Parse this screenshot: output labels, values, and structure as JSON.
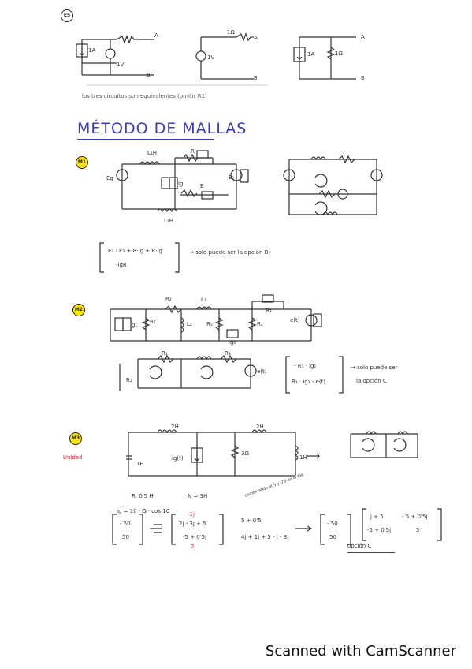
{
  "badges": {
    "ex5": "E5",
    "m1": "M1",
    "m2": "M2",
    "m3": "M3"
  },
  "section1": {
    "note": "los tres circuitos son equivalentes (omitir R1)",
    "terminal_a": "A",
    "terminal_b": "B",
    "source_1a": "1A",
    "source_1v": "1V",
    "r1": "1Ω",
    "r1b": "1Ω"
  },
  "title": "MÉTODO DE MALLAS",
  "m1": {
    "l1": "L₁H",
    "l2": "L₂H",
    "r": "R",
    "e": "E",
    "ig": "ig",
    "eg": "Eg",
    "e2": "E₂",
    "matrix_row1": "E₂ : E₂ + R·ig + R·ig",
    "matrix_row2": "-igR",
    "note": "→ solo puede ser la opción B)"
  },
  "m2": {
    "r1": "R₁",
    "r2": "R₂",
    "r3": "R₃",
    "r4": "R₄",
    "r5": "R₅",
    "l1": "L₁",
    "l2": "L₂",
    "ig1": "ig₁",
    "ig2": "ig₂",
    "ect": "e(t)",
    "matrix_row1": "- R₁ · ig₁",
    "matrix_row2": "R₂ · ig₂ - e(t)",
    "note_line1": "→ solo puede ser",
    "note_line2": "la opción C"
  },
  "m3": {
    "margin_note": "Unidad",
    "cap": "1F",
    "ind1": "2H",
    "ind2": "2H",
    "ind3": "1H",
    "res": "3Ω",
    "src": "ig(t)",
    "given1": "R: 0'5 H",
    "given2": "N = 3H",
    "eq_ig": "ig = 10 · Ω · cos 10",
    "vec_a_1": "- 50",
    "vec_a_2": "50",
    "mat1_r1": "2j - 3j + 5",
    "mat1_r2": "-5 + 0'5j",
    "red1": "-1j",
    "red2": "2j",
    "combo_note": "combinando el 5 y 0'5 en la fila",
    "expr1": "5 + 0'5j",
    "expr2": "4j + 1j + 5 - j - 3j",
    "vec_b_1": "- 50",
    "vec_b_2": "50",
    "mat2_r1c1": "j + 5",
    "mat2_r1c2": "- 5 + 0'5j",
    "mat2_r2c1": "-5 + 0'5j",
    "mat2_r2c2": "5",
    "answer": "opción C"
  },
  "footer": "Scanned with CamScanner"
}
